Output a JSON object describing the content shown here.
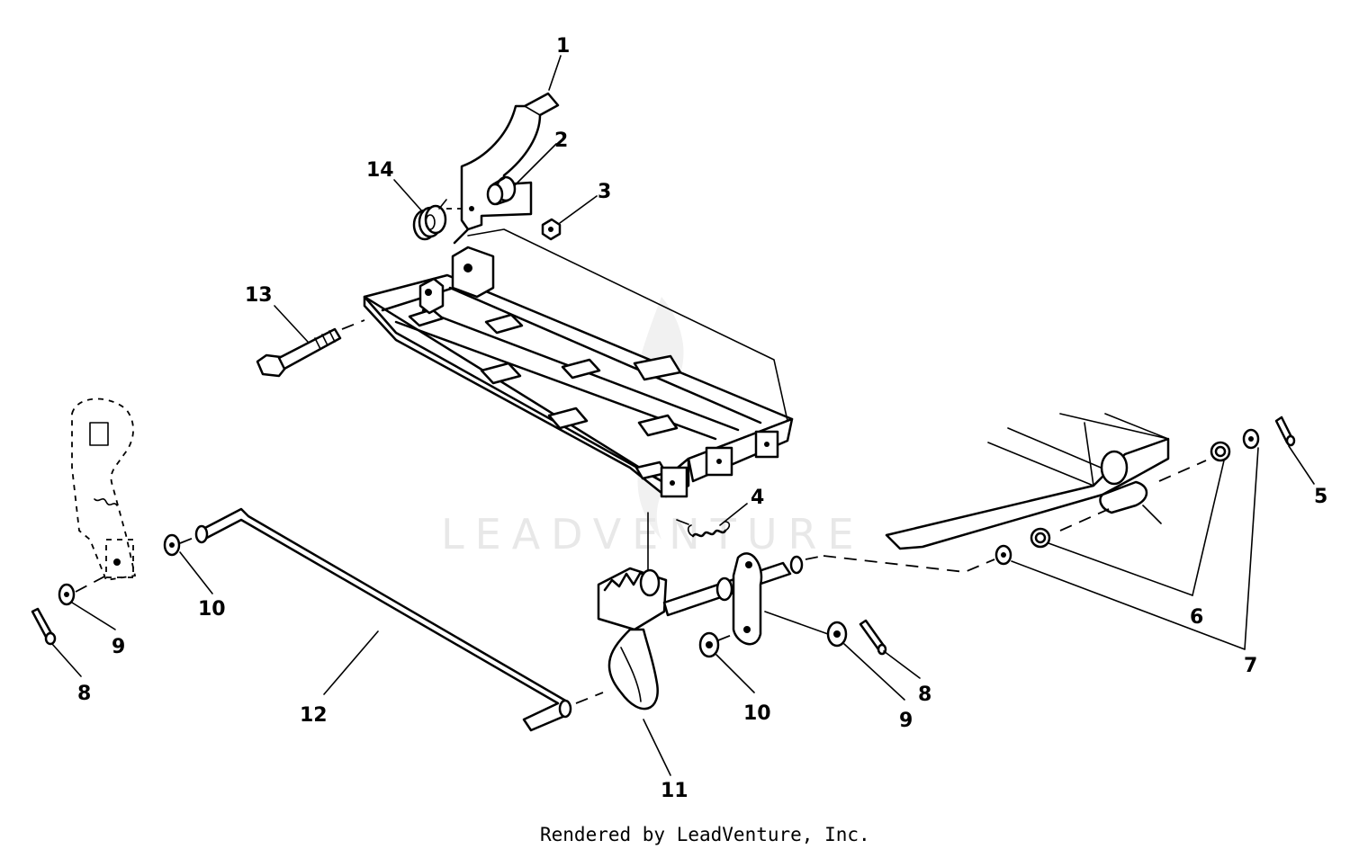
{
  "diagram": {
    "callouts": [
      {
        "id": "c1",
        "text": "1"
      },
      {
        "id": "c2",
        "text": "2"
      },
      {
        "id": "c3",
        "text": "3"
      },
      {
        "id": "c14",
        "text": "14"
      },
      {
        "id": "c13",
        "text": "13"
      },
      {
        "id": "c4",
        "text": "4"
      },
      {
        "id": "c5",
        "text": "5"
      },
      {
        "id": "c6",
        "text": "6"
      },
      {
        "id": "c7",
        "text": "7"
      },
      {
        "id": "c10a",
        "text": "10"
      },
      {
        "id": "c9a",
        "text": "9"
      },
      {
        "id": "c8a",
        "text": "8"
      },
      {
        "id": "c12",
        "text": "12"
      },
      {
        "id": "c10b",
        "text": "10"
      },
      {
        "id": "c9b",
        "text": "9"
      },
      {
        "id": "c8b",
        "text": "8"
      },
      {
        "id": "c11",
        "text": "11"
      }
    ],
    "watermark": "LEADVENTURE",
    "footer": "Rendered by LeadVenture, Inc."
  }
}
